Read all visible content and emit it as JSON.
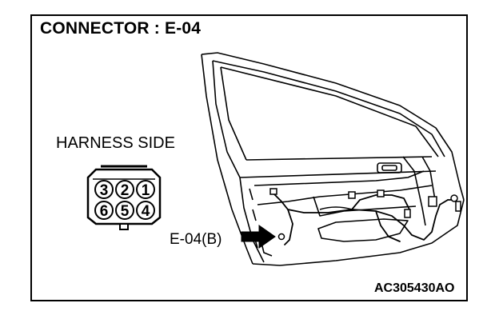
{
  "diagram": {
    "title": "CONNECTOR : E-04",
    "harness_label": "HARNESS SIDE",
    "connector_reference": "E-04(B)",
    "figure_code": "AC305430AO",
    "connector_pins": {
      "top_row": [
        "3",
        "2",
        "1"
      ],
      "bottom_row": [
        "6",
        "5",
        "4"
      ]
    }
  }
}
